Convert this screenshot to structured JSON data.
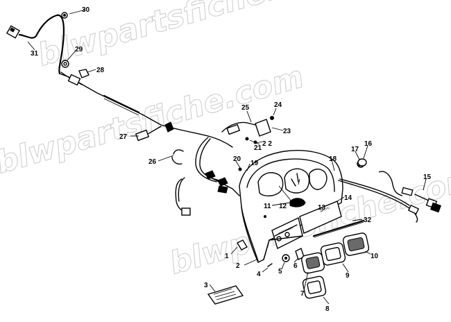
{
  "watermark": {
    "text": "blwpartsfiche.com"
  },
  "callouts": [
    {
      "id": "c1",
      "label": "1"
    },
    {
      "id": "c2",
      "label": "2"
    },
    {
      "id": "c3",
      "label": "3"
    },
    {
      "id": "c4",
      "label": "4"
    },
    {
      "id": "c5",
      "label": "5"
    },
    {
      "id": "c6",
      "label": "6"
    },
    {
      "id": "c7",
      "label": "7"
    },
    {
      "id": "c8",
      "label": "8"
    },
    {
      "id": "c9",
      "label": "9"
    },
    {
      "id": "c10",
      "label": "10"
    },
    {
      "id": "c11",
      "label": "11"
    },
    {
      "id": "c12",
      "label": "12"
    },
    {
      "id": "c13",
      "label": "13"
    },
    {
      "id": "c14",
      "label": "14"
    },
    {
      "id": "c15",
      "label": "15"
    },
    {
      "id": "c16",
      "label": "16"
    },
    {
      "id": "c17",
      "label": "17"
    },
    {
      "id": "c18",
      "label": "18"
    },
    {
      "id": "c19",
      "label": "19"
    },
    {
      "id": "c20",
      "label": "20"
    },
    {
      "id": "c21",
      "label": "21"
    },
    {
      "id": "c22",
      "label": "2 2"
    },
    {
      "id": "c23",
      "label": "23"
    },
    {
      "id": "c24",
      "label": "24"
    },
    {
      "id": "c25",
      "label": "25"
    },
    {
      "id": "c26",
      "label": "26"
    },
    {
      "id": "c27",
      "label": "27"
    },
    {
      "id": "c28",
      "label": "28"
    },
    {
      "id": "c29",
      "label": "29"
    },
    {
      "id": "c30",
      "label": "30"
    },
    {
      "id": "c31",
      "label": "31"
    },
    {
      "id": "c32",
      "label": "32"
    }
  ],
  "colors": {
    "line": "#000000",
    "background": "#ffffff",
    "watermark": "#cfcfcf"
  }
}
